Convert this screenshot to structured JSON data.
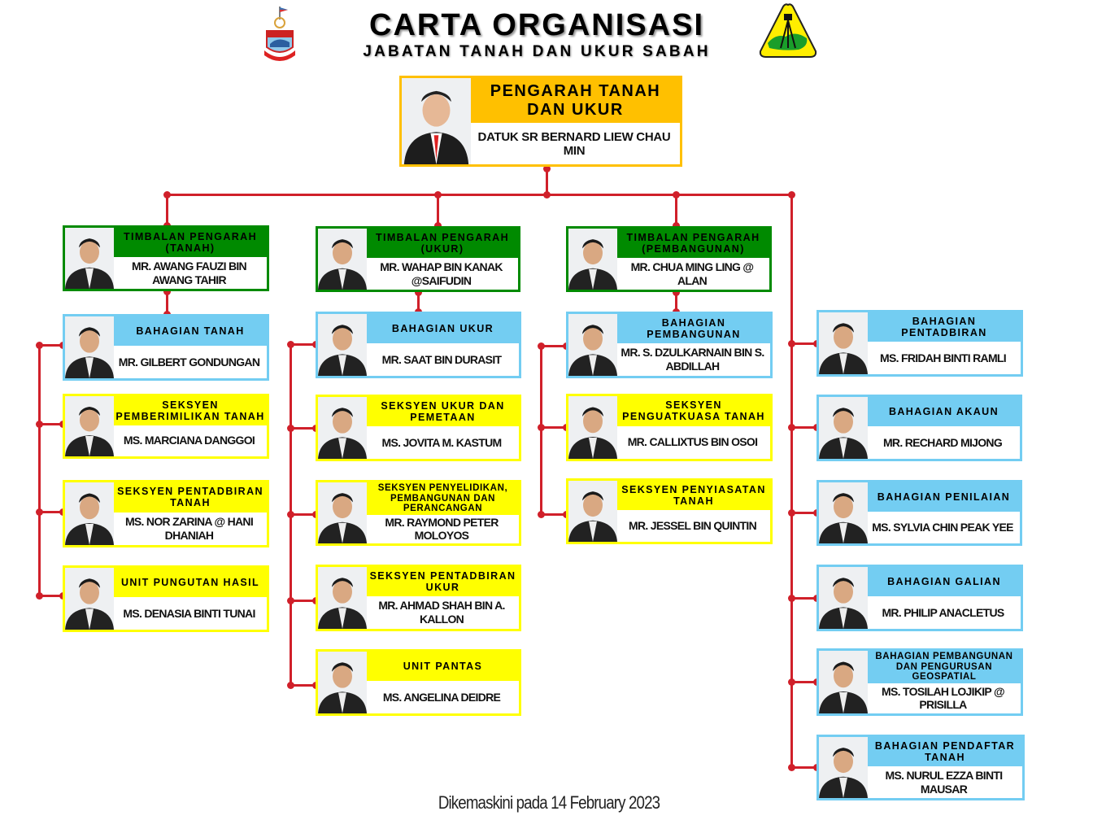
{
  "header": {
    "title": "CARTA ORGANISASI",
    "subtitle": "JABATAN TANAH DAN UKUR SABAH"
  },
  "director": {
    "title": "PENGARAH TANAH DAN UKUR",
    "name": "DATUK  SR BERNARD  LIEW  CHAU  MIN"
  },
  "colors": {
    "director": "#FFC000",
    "deputy": "#008A00",
    "division": "#73CDF2",
    "section": "#FFFF00",
    "connector": "#D0202A"
  },
  "boxes": [
    {
      "title": "TIMBALAN PENGARAH (TANAH)",
      "name": "MR. AWANG FAUZI BIN AWANG TAHIR",
      "type": "deputy"
    },
    {
      "title": "BAHAGIAN TANAH",
      "name": "MR. GILBERT GONDUNGAN",
      "type": "division"
    },
    {
      "title": "SEKSYEN PEMBERIMILIKAN TANAH",
      "name": "MS. MARCIANA DANGGOI",
      "type": "section"
    },
    {
      "title": "SEKSYEN PENTADBIRAN TANAH",
      "name": "MS. NOR ZARINA @ HANI DHANIAH",
      "type": "section"
    },
    {
      "title": "UNIT PUNGUTAN HASIL",
      "name": "MS. DENASIA BINTI TUNAI",
      "type": "section"
    },
    {
      "title": "TIMBALAN PENGARAH (UKUR)",
      "name": "MR. WAHAP BIN KANAK @SAIFUDIN",
      "type": "deputy"
    },
    {
      "title": "BAHAGIAN UKUR",
      "name": "MR. SAAT BIN DURASIT",
      "type": "division"
    },
    {
      "title": "SEKSYEN UKUR DAN PEMETAAN",
      "name": "MS. JOVITA M. KASTUM",
      "type": "section"
    },
    {
      "title": "SEKSYEN PENYELIDIKAN, PEMBANGUNAN DAN PERANCANGAN",
      "name": "MR. RAYMOND PETER MOLOYOS",
      "type": "section"
    },
    {
      "title": "SEKSYEN PENTADBIRAN UKUR",
      "name": "MR. AHMAD SHAH BIN A. KALLON",
      "type": "section"
    },
    {
      "title": "UNIT PANTAS",
      "name": "MS. ANGELINA DEIDRE",
      "type": "section"
    },
    {
      "title": "TIMBALAN PENGARAH (PEMBANGUNAN)",
      "name": "MR. CHUA MING LING @ ALAN",
      "type": "deputy"
    },
    {
      "title": "BAHAGIAN PEMBANGUNAN",
      "name": "MR. S. DZULKARNAIN BIN S. ABDILLAH",
      "type": "division"
    },
    {
      "title": "SEKSYEN PENGUATKUASA TANAH",
      "name": "MR. CALLIXTUS BIN OSOI",
      "type": "section"
    },
    {
      "title": "SEKSYEN PENYIASATAN TANAH",
      "name": "MR. JESSEL BIN QUINTIN",
      "type": "section"
    },
    {
      "title": "BAHAGIAN PENTADBIRAN",
      "name": "MS. FRIDAH BINTI RAMLI",
      "type": "division"
    },
    {
      "title": "BAHAGIAN AKAUN",
      "name": "MR. RECHARD MIJONG",
      "type": "division"
    },
    {
      "title": "BAHAGIAN PENILAIAN",
      "name": "MS. SYLVIA CHIN PEAK YEE",
      "type": "division"
    },
    {
      "title": "BAHAGIAN GALIAN",
      "name": "MR. PHILIP ANACLETUS",
      "type": "division"
    },
    {
      "title": "BAHAGIAN PEMBANGUNAN DAN PENGURUSAN GEOSPATIAL",
      "name": "MS. TOSILAH LOJIKIP @ PRISILLA",
      "type": "division"
    },
    {
      "title": "BAHAGIAN PENDAFTAR TANAH",
      "name": "MS. NURUL EZZA BINTI MAUSAR",
      "type": "division"
    }
  ],
  "footer": {
    "updated": "Dikemaskini pada 14 February 2023"
  }
}
